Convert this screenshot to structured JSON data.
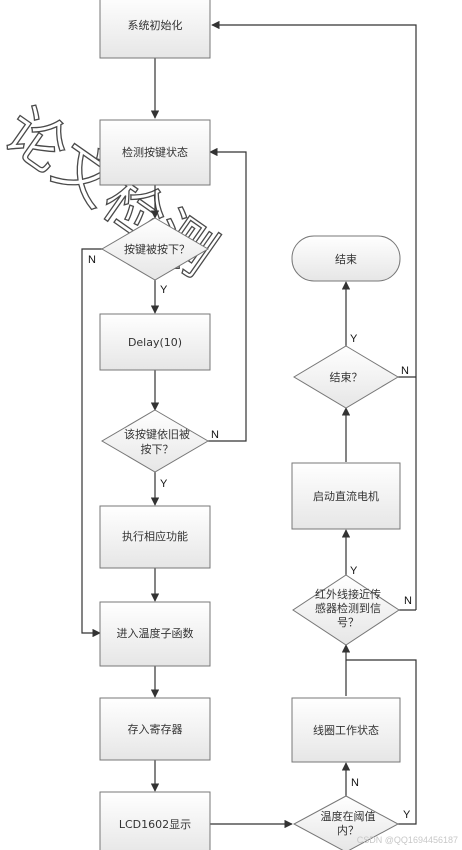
{
  "diagram": {
    "nodes": {
      "init": "系统初始化",
      "detect": "检测按键状态",
      "pressed": "按键被按下？",
      "delay": "Delay(10)",
      "still_pressed_1": "该按键依旧被",
      "still_pressed_2": "按下？",
      "execute": "执行相应功能",
      "temp_sub": "进入温度子函数",
      "store": "存入寄存器",
      "lcd": "LCD1602显示",
      "temp_check_1": "温度在阈值",
      "temp_check_2": "内？",
      "coil": "线圈工作状态",
      "ir_1": "红外线接近传",
      "ir_2": "感器检测到信",
      "ir_3": "号？",
      "motor": "启动直流电机",
      "end_check": "结束？",
      "end": "结束"
    },
    "labels": {
      "yes": "Y",
      "no": "N"
    }
  },
  "watermark": "论文检测",
  "footer": "CSDN @QQ1694456187"
}
